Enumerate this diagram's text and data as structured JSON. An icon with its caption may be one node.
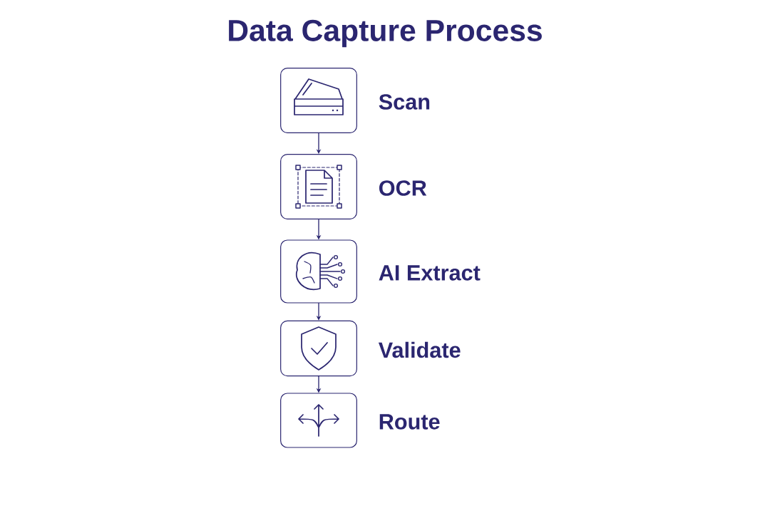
{
  "diagram": {
    "title": "Data Capture Process",
    "nodes": [
      {
        "text": [
          "Scan"
        ]
      },
      {
        "text": [
          "OCR"
        ]
      },
      {
        "text": [
          "AI Extract"
        ]
      },
      {
        "text": [
          "Validate"
        ]
      },
      {
        "text": [
          "Route"
        ]
      }
    ],
    "edges": [
      {
        "from": 0,
        "to": 1,
        "arrow": "to"
      },
      {
        "from": 1,
        "to": 2,
        "arrow": "to"
      },
      {
        "from": 2,
        "to": 3,
        "arrow": "to"
      },
      {
        "from": 3,
        "to": 4,
        "arrow": "to"
      }
    ]
  }
}
